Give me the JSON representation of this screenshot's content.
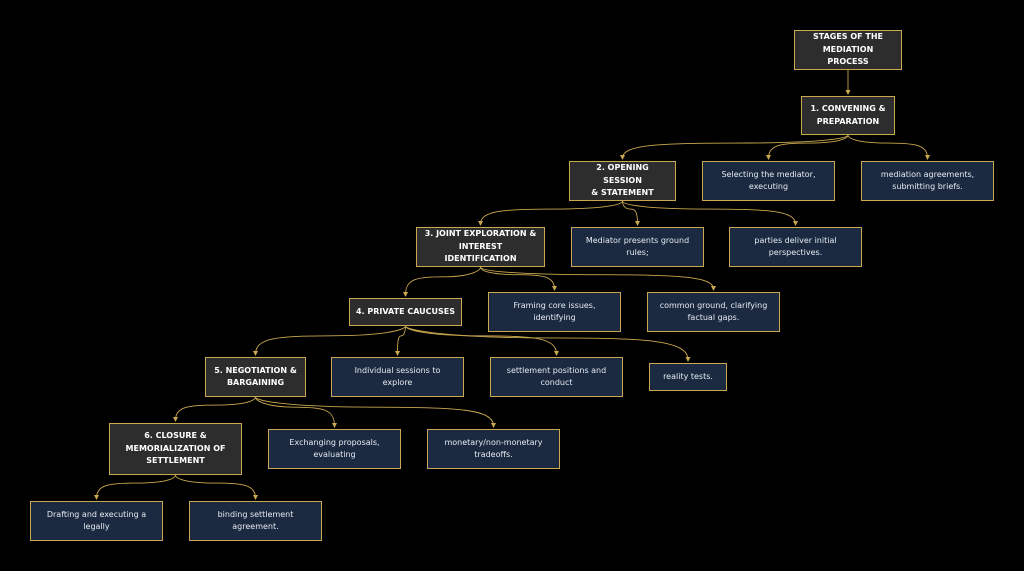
{
  "colors": {
    "background": "#000000",
    "stage_fill": "#2d2d2d",
    "detail_fill": "#1b2a40",
    "border": "#c9a84f",
    "edge": "#c9a84f"
  },
  "nodes": {
    "title": "STAGES OF THE\nMEDIATION PROCESS",
    "s1": "1. CONVENING &\nPREPARATION",
    "s1a": "Selecting the mediator,\nexecuting",
    "s1b": "mediation agreements,\nsubmitting briefs.",
    "s2": "2. OPENING SESSION\n& STATEMENT",
    "s2a": "Mediator presents ground\nrules;",
    "s2b": "parties deliver initial\nperspectives.",
    "s3": "3. JOINT EXPLORATION &\nINTEREST IDENTIFICATION",
    "s3a": "Framing core issues,\nidentifying",
    "s3b": "common ground, clarifying\nfactual gaps.",
    "s4": "4. PRIVATE CAUCUSES",
    "s4a": "Individual sessions to\nexplore",
    "s4b": "settlement positions and\nconduct",
    "s4c": "reality tests.",
    "s5": "5. NEGOTIATION &\nBARGAINING",
    "s5a": "Exchanging proposals,\nevaluating",
    "s5b": "monetary/non-monetary\ntradeoffs.",
    "s6": "6. CLOSURE &\nMEMORIALIZATION OF\nSETTLEMENT",
    "s6a": "Drafting and executing a\nlegally",
    "s6b": "binding settlement\nagreement."
  },
  "edges": [
    [
      "title",
      "s1"
    ],
    [
      "s1",
      "s2"
    ],
    [
      "s1",
      "s1a"
    ],
    [
      "s1",
      "s1b"
    ],
    [
      "s2",
      "s3"
    ],
    [
      "s2",
      "s2a"
    ],
    [
      "s2",
      "s2b"
    ],
    [
      "s3",
      "s4"
    ],
    [
      "s3",
      "s3a"
    ],
    [
      "s3",
      "s3b"
    ],
    [
      "s4",
      "s5"
    ],
    [
      "s4",
      "s4a"
    ],
    [
      "s4",
      "s4b"
    ],
    [
      "s4",
      "s4c"
    ],
    [
      "s5",
      "s6"
    ],
    [
      "s5",
      "s5a"
    ],
    [
      "s5",
      "s5b"
    ],
    [
      "s6",
      "s6a"
    ],
    [
      "s6",
      "s6b"
    ]
  ]
}
